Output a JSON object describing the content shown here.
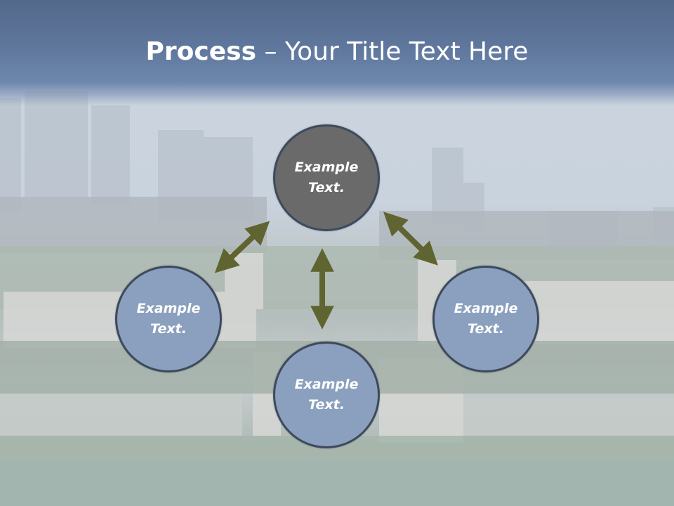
{
  "title": {
    "bold": "Process",
    "rest": " – Your Title Text Here"
  },
  "nodes": {
    "top": "Example\nText.",
    "left": "Example\nText.",
    "right": "Example\nText.",
    "bottom": "Example\nText."
  },
  "colors": {
    "header": "#5f779c",
    "center_node": "#6a6a6a",
    "outer_node": "#8aa0be",
    "node_border": "#3e4a5c",
    "arrow": "#5f6430"
  }
}
